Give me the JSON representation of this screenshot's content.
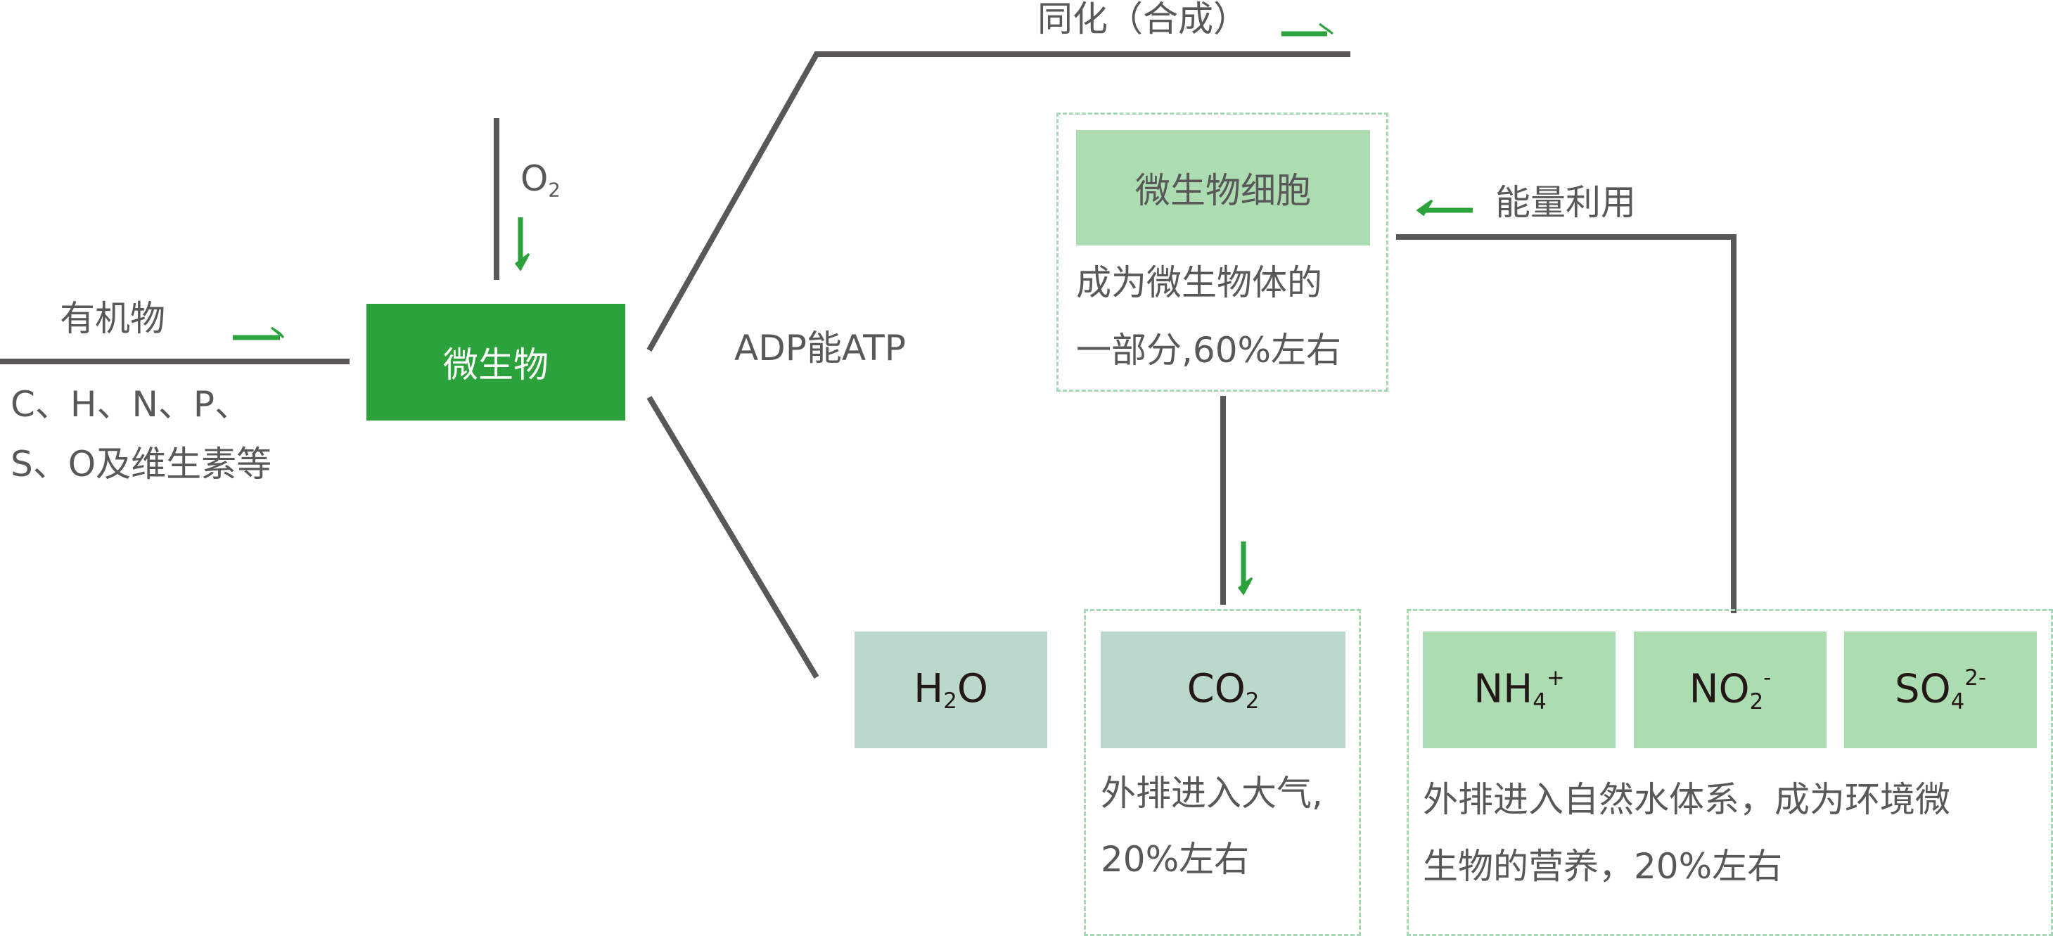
{
  "colors": {
    "line": "#595757",
    "arrow": "#2ca23c",
    "center_box": "#2ca23c",
    "cell_box": "#acdcb2",
    "gas_box": "#bad9cb",
    "ion_box": "#acdcb2",
    "dashed_border": "#a6d8b4"
  },
  "input": {
    "organic_label": "有机物",
    "elements_line1": "C、H、N、P、",
    "elements_line2": "S、O及维生素等"
  },
  "oxygen": {
    "base": "O",
    "sub": "2"
  },
  "center": {
    "label": "微生物"
  },
  "adp_atp": {
    "label": "ADP能ATP"
  },
  "assimilation": {
    "label": "同化（合成）"
  },
  "cell": {
    "label": "微生物细胞",
    "desc_line1": "成为微生物体的",
    "desc_line2": "一部分,60%左右"
  },
  "energy": {
    "label": "能量利用"
  },
  "water": {
    "base1": "H",
    "sub": "2",
    "base2": "O"
  },
  "co2": {
    "base": "CO",
    "sub": "2",
    "desc_line1": "外排进入大气,",
    "desc_line2": "20%左右"
  },
  "ions": [
    {
      "base": "NH",
      "sub": "4",
      "sup": "+"
    },
    {
      "base": "NO",
      "sub": "2",
      "sup": "-"
    },
    {
      "base": "SO",
      "sub": "4",
      "sup": "2-"
    }
  ],
  "ions_desc": {
    "line1": "外排进入自然水体系，成为环境微",
    "line2": "生物的营养，20%左右"
  }
}
